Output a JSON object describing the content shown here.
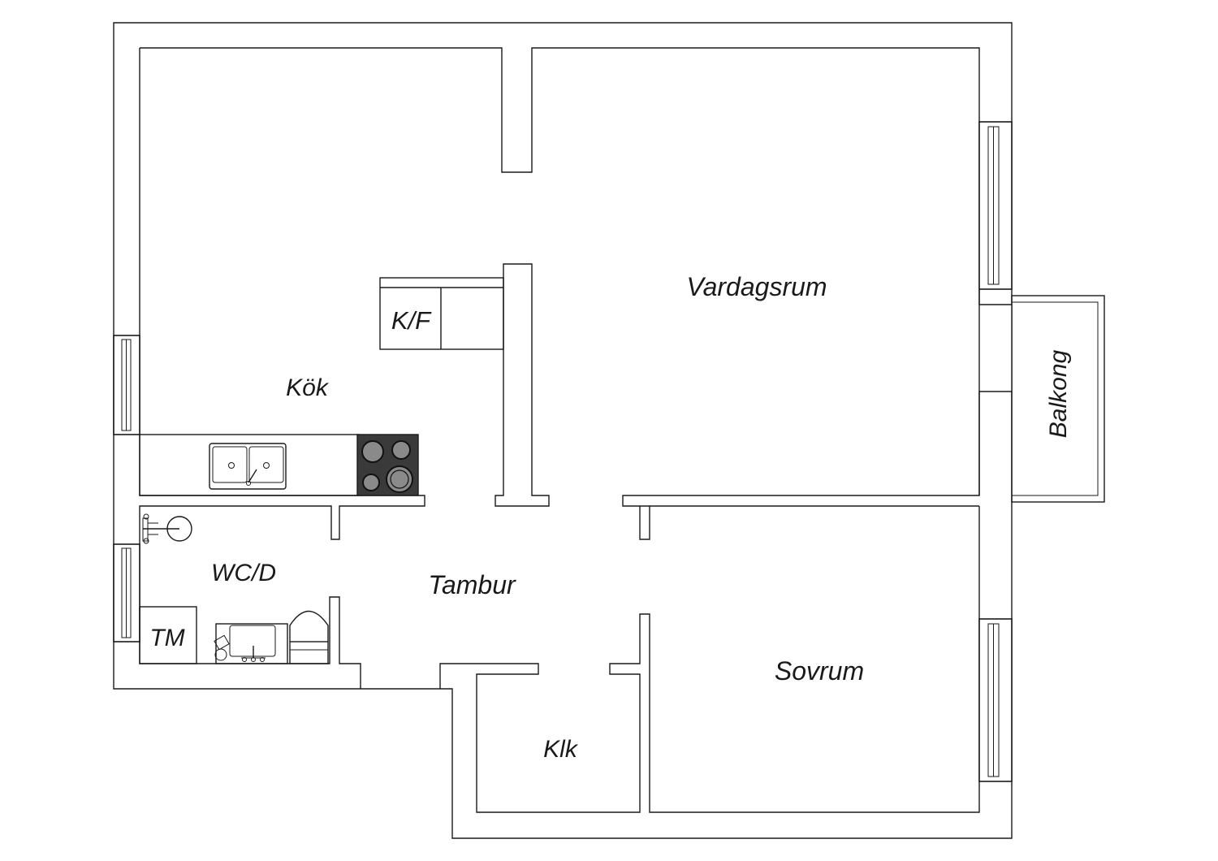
{
  "rooms": {
    "kok": "Kök",
    "kf": "K/F",
    "vardagsrum": "Vardagsrum",
    "balkong": "Balkong",
    "wcd": "WC/D",
    "tm": "TM",
    "tambur": "Tambur",
    "sovrum": "Sovrum",
    "klk": "Klk"
  },
  "colors": {
    "line": "#1a1a1a",
    "stove": "#3a3a3a",
    "background": "#ffffff"
  }
}
